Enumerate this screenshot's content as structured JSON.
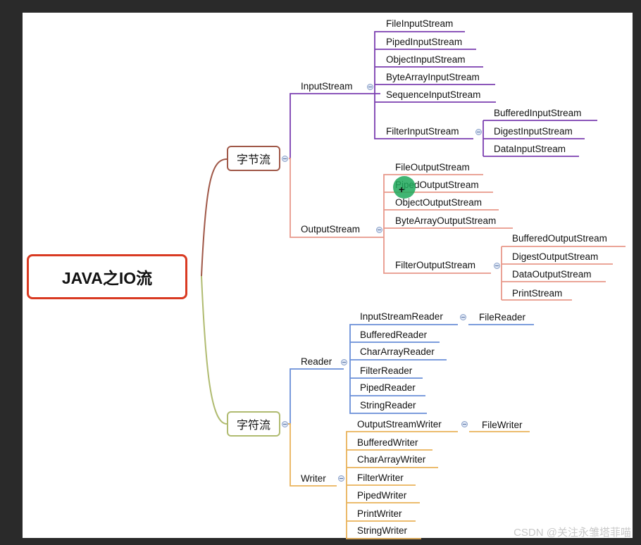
{
  "root_label": "JAVA之IO流",
  "byte_stream": {
    "label": "字节流",
    "input": {
      "label": "InputStream",
      "children": [
        "FileInputStream",
        "PipedInputStream",
        "ObjectInputStream",
        "ByteArrayInputStream",
        "SequenceInputStream",
        "FilterInputStream"
      ],
      "filter_children": [
        "BufferedInputStream",
        "DigestInputStream",
        "DataInputStream"
      ]
    },
    "output": {
      "label": "OutputStream",
      "children": [
        "FileOutputStream",
        "PipedOutputStream",
        "ObjectOutputStream",
        "ByteArrayOutputStream",
        "FilterOutputStream"
      ],
      "filter_children": [
        "BufferedOutputStream",
        "DigestOutputStream",
        "DataOutputStream",
        "PrintStream"
      ]
    }
  },
  "char_stream": {
    "label": "字符流",
    "reader": {
      "label": "Reader",
      "children": [
        "InputStreamReader",
        "BufferedReader",
        "CharArrayReader",
        "FilterReader",
        "PipedReader",
        "StringReader"
      ],
      "isr_child": "FileReader"
    },
    "writer": {
      "label": "Writer",
      "children": [
        "OutputStreamWriter",
        "BufferedWriter",
        "CharArrayWriter",
        "FilterWriter",
        "PipedWriter",
        "PrintWriter",
        "StringWriter"
      ],
      "osw_child": "FileWriter"
    }
  },
  "colors": {
    "purple": "#7b3fb0",
    "salmon": "#e8988a",
    "blue": "#6a8fd8",
    "gold": "#e9b25a",
    "root_border": "#d93a22"
  },
  "watermark": "CSDN @关注永雏塔菲喵"
}
